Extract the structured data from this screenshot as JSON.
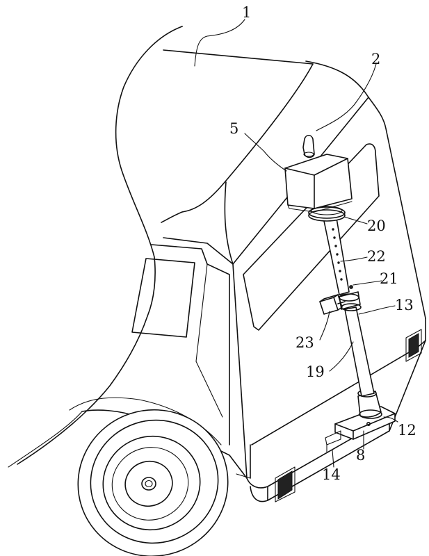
{
  "labels": {
    "l1": "1",
    "l2": "2",
    "l5": "5",
    "l20": "20",
    "l22": "22",
    "l21": "21",
    "l13": "13",
    "l23": "23",
    "l19": "19",
    "l12": "12",
    "l8": "8",
    "l14": "14"
  }
}
